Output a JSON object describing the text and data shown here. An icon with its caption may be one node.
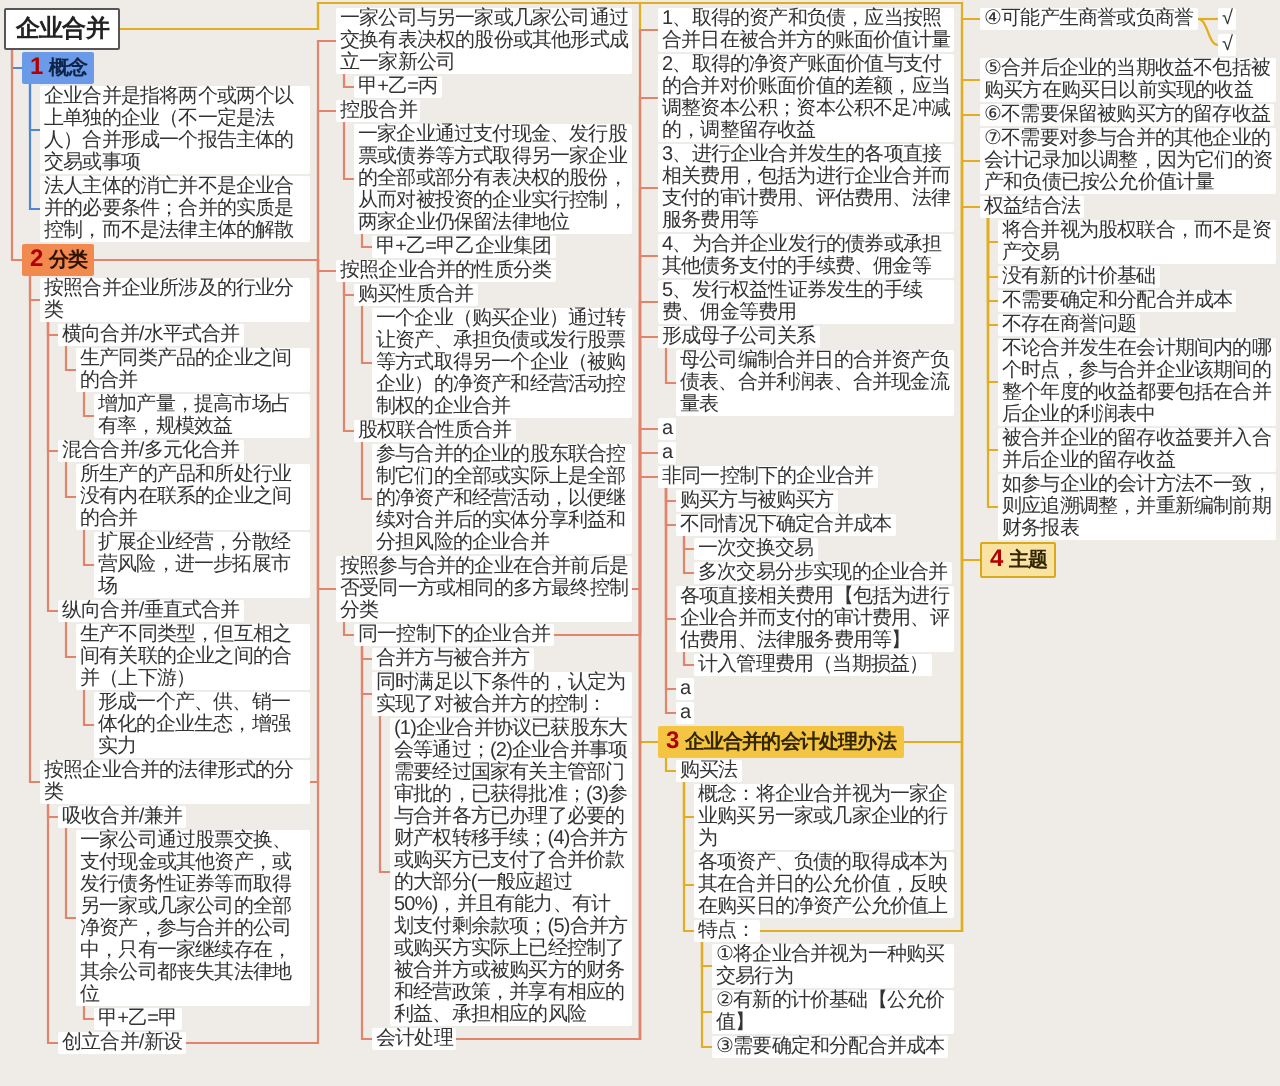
{
  "diagram": {
    "nodes": [
      {
        "text": [
          "企业合并"
        ]
      },
      {
        "text": [
          "1",
          "概念"
        ]
      },
      {
        "text": [
          "企业合并是指将两个或两个以上单独的企业（不一定是法人）合并形成一个报告主体的交易或事项"
        ]
      },
      {
        "text": [
          "法人主体的消亡并不是企业合并的必要条件；合并的实质是控制，而不是法律主体的解散"
        ]
      },
      {
        "text": [
          "2",
          "分类"
        ]
      },
      {
        "text": [
          "按照合并企业所涉及的行业分类"
        ]
      },
      {
        "text": [
          "横向合并/水平式合并"
        ]
      },
      {
        "text": [
          "混合合并/多元化合并"
        ]
      },
      {
        "text": [
          "纵向合并/垂直式合并"
        ]
      },
      {
        "text": [
          "生产同类产品的企业之间的合并"
        ]
      },
      {
        "text": [
          "所生产的产品和所处行业没有内在联系的企业之间的合并"
        ]
      },
      {
        "text": [
          "生产不同类型，但互相之间有关联的企业之间的合并（上下游）"
        ]
      },
      {
        "text": [
          "增加产量，提高市场占有率，规模效益"
        ]
      },
      {
        "text": [
          "扩展企业经营，分散经营风险，进一步拓展市场"
        ]
      },
      {
        "text": [
          "形成一个产、供、销一体化的企业生态，增强实力"
        ]
      },
      {
        "text": [
          "按照企业合并的法律形式的分类"
        ]
      },
      {
        "text": [
          "吸收合并/兼并"
        ]
      },
      {
        "text": [
          "创立合并/新设"
        ]
      },
      {
        "text": [
          "控股合并"
        ]
      },
      {
        "text": [
          "一家公司通过股票交换、支付现金或其他资产，或发行债务性证券等而取得另一家或几家公司的全部净资产，参与合并的公司中，只有一家继续存在，其余公司都丧失其法律地位"
        ]
      },
      {
        "text": [
          "甲+乙=甲"
        ]
      },
      {
        "text": [
          "一家公司与另一家或几家公司通过交换有表决权的股份或其他形式成立一家新公司"
        ]
      },
      {
        "text": [
          "甲+乙=丙"
        ]
      },
      {
        "text": [
          "一家企业通过支付现金、发行股票或债券等方式取得另一家企业的全部或部分有表决权的股份，从而对被投资的企业实行控制，两家企业仍保留法律地位"
        ]
      },
      {
        "text": [
          "甲+乙=甲乙企业集团"
        ]
      },
      {
        "text": [
          "按照企业合并的性质分类"
        ]
      },
      {
        "text": [
          "购买性质合并"
        ]
      },
      {
        "text": [
          "股权联合性质合并"
        ]
      },
      {
        "text": [
          "一个企业（购买企业）通过转让资产、承担负债或发行股票等方式取得另一个企业（被购企业）的净资产和经营活动控制权的企业合并"
        ]
      },
      {
        "text": [
          "参与合并的企业的股东联合控制它们的全部或实际上是全部的净资产和经营活动，以便继续对合并后的实体分享利益和分担风险的企业合并"
        ]
      },
      {
        "text": [
          "按照参与合并的企业在合并前后是否受同一方或相同的多方最终控制分类"
        ]
      },
      {
        "text": [
          "同一控制下的企业合并"
        ]
      },
      {
        "text": [
          "非同一控制下的企业合并"
        ]
      },
      {
        "text": [
          "合并方与被合并方"
        ]
      },
      {
        "text": [
          "同时满足以下条件的，认定为实现了对被合并方的控制："
        ]
      },
      {
        "text": [
          "(1)企业合并协议已获股东大会等通过；(2)企业合并事项需要经过国家有关主管部门审批的，已获得批准；(3)参与合并各方已办理了必要的财产权转移手续；(4)合并方或购买方已支付了合并价款的大部分(一般应超过50%)，并且有能力、有计划支付剩余款项；(5)合并方或购买方实际上已经控制了被合并方或被购买方的财务和经营政策，并享有相应的利益、承担相应的风险"
        ]
      },
      {
        "text": [
          "会计处理"
        ]
      },
      {
        "text": [
          "1、取得的资产和负债，应当按照合并日在被合并方的账面价值计量"
        ]
      },
      {
        "text": [
          "2、取得的净资产账面价值与支付的合并对价账面价值的差额，应当调整资本公积；资本公积不足冲减的，调整留存收益"
        ]
      },
      {
        "text": [
          "3、进行企业合并发生的各项直接相关费用，包括为进行企业合并而支付的审计费用、评估费用、法律服务费用等"
        ]
      },
      {
        "text": [
          "4、为合并企业发行的债券或承担其他债务支付的手续费、佣金等"
        ]
      },
      {
        "text": [
          "5、发行权益性证券发生的手续费、佣金等费用"
        ]
      },
      {
        "text": [
          "形成母子公司关系"
        ]
      },
      {
        "text": [
          "母公司编制合并日的合并资产负债表、合并利润表、合并现金流量表"
        ]
      },
      {
        "text": [
          "a"
        ]
      },
      {
        "text": [
          "a"
        ]
      },
      {
        "text": [
          "购买方与被购买方"
        ]
      },
      {
        "text": [
          "不同情况下确定合并成本"
        ]
      },
      {
        "text": [
          "一次交换交易"
        ]
      },
      {
        "text": [
          "多次交易分步实现的企业合并"
        ]
      },
      {
        "text": [
          "各项直接相关费用【包括为进行企业合并而支付的审计费用、评估费用、法律服务费用等】"
        ]
      },
      {
        "text": [
          "计入管理费用（当期损益）"
        ]
      },
      {
        "text": [
          "a"
        ]
      },
      {
        "text": [
          "a"
        ]
      },
      {
        "text": [
          "3",
          "企业合并的会计处理办法"
        ]
      },
      {
        "text": [
          "购买法"
        ]
      },
      {
        "text": [
          "概念：将企业合并视为一家企业购买另一家或几家企业的行为"
        ]
      },
      {
        "text": [
          "各项资产、负债的取得成本为其在合并日的公允价值，反映在购买日的净资产公允价值上"
        ]
      },
      {
        "text": [
          "特点："
        ]
      },
      {
        "text": [
          "①将企业合并视为一种购买交易行为"
        ]
      },
      {
        "text": [
          "②有新的计价基础【公允价值】"
        ]
      },
      {
        "text": [
          "③需要确定和分配合并成本"
        ]
      },
      {
        "text": [
          "④可能产生商誉或负商誉"
        ]
      },
      {
        "text": [
          "√"
        ]
      },
      {
        "text": [
          "√"
        ]
      },
      {
        "text": [
          "⑤合并后企业的当期收益不包括被购买方在购买日以前实现的收益"
        ]
      },
      {
        "text": [
          "⑥不需要保留被购买方的留存收益"
        ]
      },
      {
        "text": [
          "⑦不需要对参与合并的其他企业的会计记录加以调整，因为它们的资产和负债已按公允价值计量"
        ]
      },
      {
        "text": [
          "权益结合法"
        ]
      },
      {
        "text": [
          "将合并视为股权联合，而不是资产交易"
        ]
      },
      {
        "text": [
          "没有新的计价基础"
        ]
      },
      {
        "text": [
          "不需要确定和分配合并成本"
        ]
      },
      {
        "text": [
          "不存在商誉问题"
        ]
      },
      {
        "text": [
          "不论合并发生在会计期间内的哪个时点，参与合并企业该期间的整个年度的收益都要包括在合并后企业的利润表中"
        ]
      },
      {
        "text": [
          "被合并企业的留存收益要并入合并后企业的留存收益"
        ]
      },
      {
        "text": [
          "如参与企业的会计方法不一致，则应追溯调整，并重新编制前期财务报表"
        ]
      },
      {
        "text": [
          "4",
          "主题"
        ]
      }
    ],
    "edges": [
      {
        "from": 0,
        "to": 1,
        "arrow": "none",
        "color": "#4f86d9"
      },
      {
        "from": 0,
        "to": 4,
        "arrow": "none"
      },
      {
        "from": 0,
        "to": 54,
        "arrow": "none",
        "color": "#e3ad22"
      },
      {
        "from": 0,
        "to": 76,
        "arrow": "none",
        "color": "#e3ad22"
      },
      {
        "from": 1,
        "to": 2,
        "arrow": "none",
        "color": "#4f86d9"
      },
      {
        "from": 1,
        "to": 3,
        "arrow": "none",
        "color": "#4f86d9"
      },
      {
        "from": 4,
        "to": 5,
        "arrow": "none"
      },
      {
        "from": 4,
        "to": 15,
        "arrow": "none"
      },
      {
        "from": 4,
        "to": 25,
        "arrow": "none"
      },
      {
        "from": 4,
        "to": 30,
        "arrow": "none"
      },
      {
        "from": 5,
        "to": 6,
        "arrow": "none"
      },
      {
        "from": 5,
        "to": 7,
        "arrow": "none"
      },
      {
        "from": 5,
        "to": 8,
        "arrow": "none"
      },
      {
        "from": 6,
        "to": 9,
        "arrow": "none"
      },
      {
        "from": 7,
        "to": 10,
        "arrow": "none"
      },
      {
        "from": 8,
        "to": 11,
        "arrow": "none"
      },
      {
        "from": 9,
        "to": 12,
        "arrow": "none"
      },
      {
        "from": 10,
        "to": 13,
        "arrow": "none"
      },
      {
        "from": 11,
        "to": 14,
        "arrow": "none"
      },
      {
        "from": 15,
        "to": 16,
        "arrow": "none"
      },
      {
        "from": 15,
        "to": 17,
        "arrow": "none"
      },
      {
        "from": 15,
        "to": 18,
        "arrow": "none"
      },
      {
        "from": 16,
        "to": 19,
        "arrow": "none"
      },
      {
        "from": 17,
        "to": 21,
        "arrow": "none"
      },
      {
        "from": 18,
        "to": 23,
        "arrow": "none"
      },
      {
        "from": 19,
        "to": 20,
        "arrow": "none"
      },
      {
        "from": 21,
        "to": 22,
        "arrow": "none"
      },
      {
        "from": 23,
        "to": 24,
        "arrow": "none"
      },
      {
        "from": 25,
        "to": 26,
        "arrow": "none"
      },
      {
        "from": 25,
        "to": 27,
        "arrow": "none"
      },
      {
        "from": 26,
        "to": 28,
        "arrow": "none"
      },
      {
        "from": 27,
        "to": 29,
        "arrow": "none"
      },
      {
        "from": 30,
        "to": 31,
        "arrow": "none"
      },
      {
        "from": 30,
        "to": 32,
        "arrow": "none"
      },
      {
        "from": 31,
        "to": 33,
        "arrow": "none"
      },
      {
        "from": 31,
        "to": 34,
        "arrow": "none"
      },
      {
        "from": 31,
        "to": 36,
        "arrow": "none"
      },
      {
        "from": 31,
        "to": 42,
        "arrow": "none"
      },
      {
        "from": 31,
        "to": 44,
        "arrow": "none"
      },
      {
        "from": 31,
        "to": 45,
        "arrow": "none"
      },
      {
        "from": 34,
        "to": 35,
        "arrow": "none"
      },
      {
        "from": 36,
        "to": 37,
        "arrow": "none"
      },
      {
        "from": 36,
        "to": 38,
        "arrow": "none"
      },
      {
        "from": 36,
        "to": 39,
        "arrow": "none"
      },
      {
        "from": 36,
        "to": 40,
        "arrow": "none"
      },
      {
        "from": 36,
        "to": 41,
        "arrow": "none"
      },
      {
        "from": 42,
        "to": 43,
        "arrow": "none"
      },
      {
        "from": 32,
        "to": 46,
        "arrow": "none"
      },
      {
        "from": 32,
        "to": 47,
        "arrow": "none"
      },
      {
        "from": 32,
        "to": 50,
        "arrow": "none"
      },
      {
        "from": 32,
        "to": 52,
        "arrow": "none"
      },
      {
        "from": 32,
        "to": 53,
        "arrow": "none"
      },
      {
        "from": 47,
        "to": 48,
        "arrow": "none"
      },
      {
        "from": 47,
        "to": 49,
        "arrow": "none"
      },
      {
        "from": 50,
        "to": 51,
        "arrow": "none"
      },
      {
        "from": 54,
        "to": 55,
        "arrow": "none",
        "color": "#e3ad22"
      },
      {
        "from": 54,
        "to": 68,
        "arrow": "none",
        "color": "#e3ad22"
      },
      {
        "from": 55,
        "to": 56,
        "arrow": "none",
        "color": "#e3ad22"
      },
      {
        "from": 55,
        "to": 57,
        "arrow": "none",
        "color": "#e3ad22"
      },
      {
        "from": 55,
        "to": 58,
        "arrow": "none",
        "color": "#e3ad22"
      },
      {
        "from": 58,
        "to": 59,
        "arrow": "none",
        "color": "#e3ad22"
      },
      {
        "from": 58,
        "to": 60,
        "arrow": "none",
        "color": "#e3ad22"
      },
      {
        "from": 58,
        "to": 61,
        "arrow": "none",
        "color": "#e3ad22"
      },
      {
        "from": 58,
        "to": 62,
        "arrow": "none",
        "color": "#e3ad22"
      },
      {
        "from": 62,
        "to": 63,
        "arrow": "none",
        "color": "#e3ad22"
      },
      {
        "from": 62,
        "to": 64,
        "arrow": "none",
        "color": "#e3ad22"
      },
      {
        "from": 58,
        "to": 65,
        "arrow": "none",
        "color": "#e3ad22"
      },
      {
        "from": 58,
        "to": 66,
        "arrow": "none",
        "color": "#e3ad22"
      },
      {
        "from": 58,
        "to": 67,
        "arrow": "none",
        "color": "#e3ad22"
      },
      {
        "from": 68,
        "to": 69,
        "arrow": "none",
        "color": "#e3ad22"
      },
      {
        "from": 68,
        "to": 70,
        "arrow": "none",
        "color": "#e3ad22"
      },
      {
        "from": 68,
        "to": 71,
        "arrow": "none",
        "color": "#e3ad22"
      },
      {
        "from": 68,
        "to": 72,
        "arrow": "none",
        "color": "#e3ad22"
      },
      {
        "from": 68,
        "to": 73,
        "arrow": "none",
        "color": "#e3ad22"
      },
      {
        "from": 68,
        "to": 74,
        "arrow": "none",
        "color": "#e3ad22"
      },
      {
        "from": 68,
        "to": 75,
        "arrow": "none",
        "color": "#e3ad22"
      }
    ]
  }
}
